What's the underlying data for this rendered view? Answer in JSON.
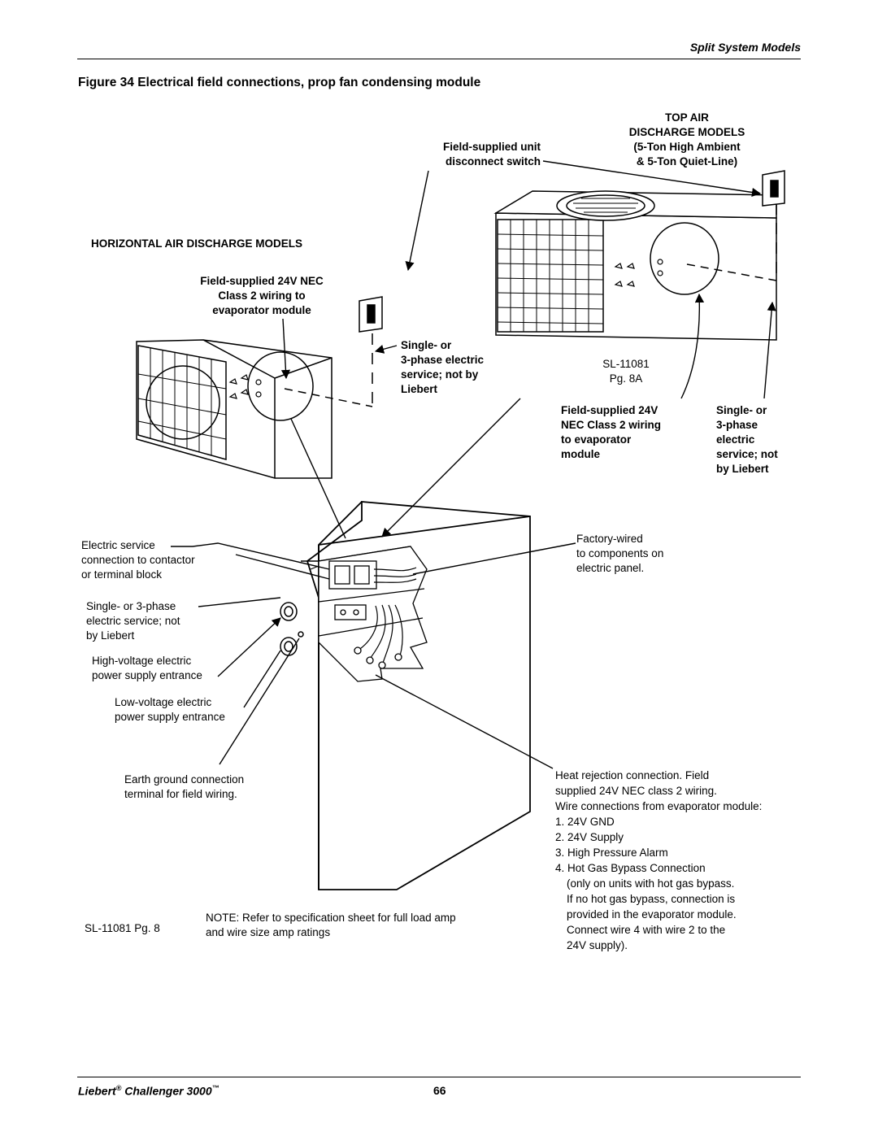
{
  "header": {
    "section": "Split System Models"
  },
  "figure": {
    "title": "Figure 34  Electrical field connections, prop fan condensing module"
  },
  "labels": {
    "top_air": [
      "TOP AIR",
      "DISCHARGE MODELS",
      "(5-Ton High Ambient",
      "& 5-Ton Quiet-Line)"
    ],
    "disconnect": [
      "Field-supplied unit",
      "disconnect switch"
    ],
    "horizontal": "HORIZONTAL AIR DISCHARGE MODELS",
    "nec_evap_left": [
      "Field-supplied 24V NEC",
      "Class 2 wiring to",
      "evaporator module"
    ],
    "service_center": [
      "Single- or",
      "3-phase electric",
      "service; not by",
      "Liebert"
    ],
    "sl_ref_top": [
      "SL-11081",
      "Pg. 8A"
    ],
    "nec_evap_right": [
      "Field-supplied 24V",
      "NEC Class 2 wiring",
      "to evaporator",
      "module"
    ],
    "service_right": [
      "Single- or",
      "3-phase",
      "electric",
      "service; not",
      "by Liebert"
    ],
    "electric_service": [
      "Electric service",
      "connection to contactor",
      "or terminal block"
    ],
    "single_phase": [
      "Single- or 3-phase",
      "electric service; not",
      "by Liebert"
    ],
    "high_voltage": [
      "High-voltage electric",
      "power supply entrance"
    ],
    "low_voltage": [
      "Low-voltage electric",
      "power supply entrance"
    ],
    "earth_ground": [
      "Earth ground connection",
      "terminal for field wiring."
    ],
    "factory_wired": [
      "Factory-wired",
      "to components on",
      "electric panel."
    ],
    "heat_rejection": [
      "Heat rejection connection. Field",
      "supplied 24V NEC class 2 wiring.",
      "Wire connections from evaporator module:",
      "1. 24V GND",
      "2. 24V Supply",
      "3. High Pressure Alarm",
      "4. Hot Gas Bypass Connection",
      "(only on units with hot gas bypass.",
      "If no hot gas bypass, connection is",
      "provided in the evaporator module.",
      "Connect wire 4 with wire 2 to the",
      "24V supply)."
    ],
    "sl_ref_bottom": "SL-11081 Pg. 8",
    "note": [
      "NOTE: Refer to specification sheet for full load amp",
      "and wire size amp ratings"
    ]
  },
  "footer": {
    "brand": "Liebert",
    "reg": "®",
    "product": " Challenger 3000",
    "tm": "™",
    "page": "66"
  }
}
